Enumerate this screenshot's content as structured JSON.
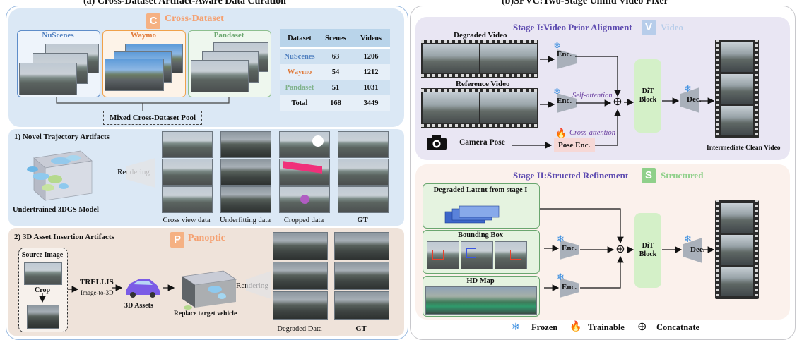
{
  "left_title": "(a) Cross-Dataset Artifact-Aware Data Curation",
  "right_title": "(b)SFVC:Two-Stage Unifid Video Fixer",
  "cross_dataset": {
    "badge": "C",
    "label": "Cross-Dataset",
    "datasets": [
      "NuScenes",
      "Waymo",
      "Pandaset"
    ],
    "pool_label": "Mixed Cross-Dataset Pool",
    "table": {
      "headers": [
        "Dataset",
        "Scenes",
        "Videos"
      ],
      "rows": [
        {
          "name": "NuScenes",
          "scenes": "63",
          "videos": "1206",
          "color": "#4f7fbf"
        },
        {
          "name": "Waymo",
          "scenes": "54",
          "videos": "1212",
          "color": "#e07a3a"
        },
        {
          "name": "Pandaset",
          "scenes": "51",
          "videos": "1031",
          "color": "#7fb28a"
        },
        {
          "name": "Total",
          "scenes": "168",
          "videos": "3449",
          "color": "#111111"
        }
      ]
    }
  },
  "novel_traj": {
    "title": "1) Novel Trajectory Artifacts",
    "rendering": "Rendering",
    "model_label": "Undertrained 3DGS Model",
    "captions": [
      "Cross view data",
      "Underfitting data",
      "Cropped data",
      "GT"
    ]
  },
  "asset_insertion": {
    "title": "2) 3D Asset Insertion Artifacts",
    "badge": "P",
    "label": "Panoptic",
    "source_image": "Source Image",
    "crop": "Crop",
    "trellis": "TRELLIS",
    "trellis_sub": "Image-to-3D",
    "assets": "3D Assets",
    "replace": "Replace target vehicle",
    "rendering": "Rendering",
    "captions": [
      "Degraded Data",
      "GT"
    ]
  },
  "stage1": {
    "title": "Stage I:Video Prior Alignment",
    "badge": "V",
    "badge_label": "Video",
    "degraded": "Degraded Video",
    "reference": "Reference Video",
    "camera_pose": "Camera Pose",
    "enc": "Enc.",
    "pose_enc": "Pose Enc.",
    "self_attention": "Self-attention",
    "cross_attention": "Cross-attention",
    "dit": "DiT Block",
    "dec": "Dec.",
    "output": "Intermediate Clean Video"
  },
  "stage2": {
    "title": "Stage II:Structed Refinement",
    "badge": "S",
    "badge_label": "Structured",
    "latent": "Degraded Latent from stage I",
    "bbox": "Bounding Box",
    "hdmap": "HD Map",
    "enc": "Enc.",
    "dit": "DiT Block",
    "dec": "Dec."
  },
  "legend": {
    "frozen": "Frozen",
    "trainable": "Trainable",
    "concatenate": "Concatnate"
  },
  "colors": {
    "blue_panel": "#dbe8f5",
    "orange_panel": "#efe3da",
    "stage1_panel": "#e9e6f3",
    "stage2_panel": "#fbf1ec",
    "green_box": "#e5f3e0",
    "nuscenes": "#4f7fbf",
    "waymo": "#f0a14a",
    "pandaset": "#8dbf8f",
    "badge_orange": "#f5b183",
    "badge_blue": "#b7cdea",
    "badge_green": "#8fd08a",
    "arrow_purple": "#6a3fa0"
  }
}
